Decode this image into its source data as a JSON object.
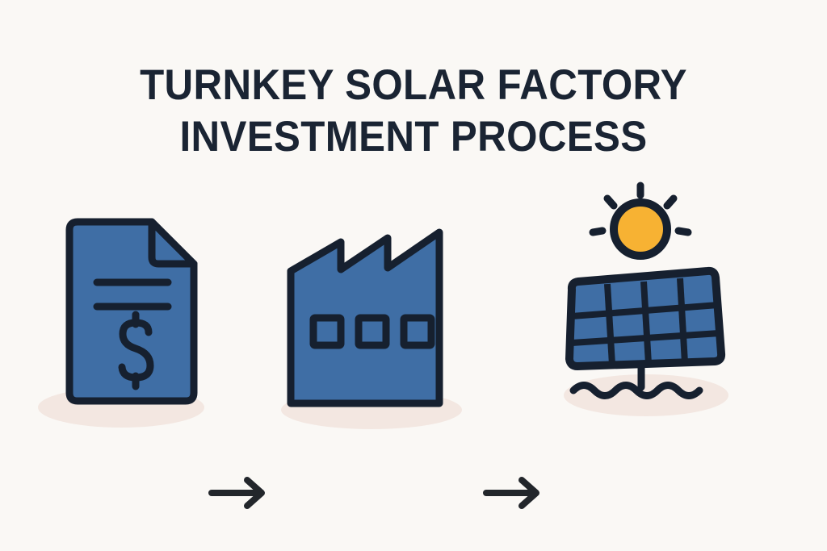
{
  "page": {
    "background_color": "#FAF8F5",
    "type": "infographic-diagram"
  },
  "title": {
    "line1": "TURNKEY SOLAR FACTORY",
    "line2": "INVESTMENT PROCESS",
    "color": "#1A2433"
  },
  "palette": {
    "background": "#FAF8F5",
    "icon_fill_blue": "#3F6EA5",
    "icon_stroke_navy": "#16202F",
    "sun_fill": "#F7B233",
    "shadow": "#F3E7E1",
    "arrow": "#22262B"
  },
  "flow": {
    "steps": [
      {
        "id": "step-investment-document",
        "icon": "document-dollar-icon",
        "description": "Investment document with dollar sign",
        "fill": "#3F6EA5",
        "stroke": "#16202F"
      },
      {
        "id": "step-factory",
        "icon": "factory-icon",
        "description": "Factory building with sawtooth roof",
        "fill": "#3F6EA5",
        "stroke": "#16202F",
        "windows": 3,
        "roof_peaks": 3
      },
      {
        "id": "step-solar-panel",
        "icon": "solar-panel-sun-icon",
        "description": "Solar panel under the sun",
        "fill": "#3F6EA5",
        "stroke": "#16202F",
        "sun_fill": "#F7B233",
        "panel_columns": 4,
        "panel_rows": 3,
        "sun_rays": 5
      }
    ],
    "connectors": [
      {
        "id": "arrow-1",
        "icon": "arrow-right-icon",
        "color": "#22262B"
      },
      {
        "id": "arrow-2",
        "icon": "arrow-right-icon",
        "color": "#22262B"
      }
    ]
  }
}
